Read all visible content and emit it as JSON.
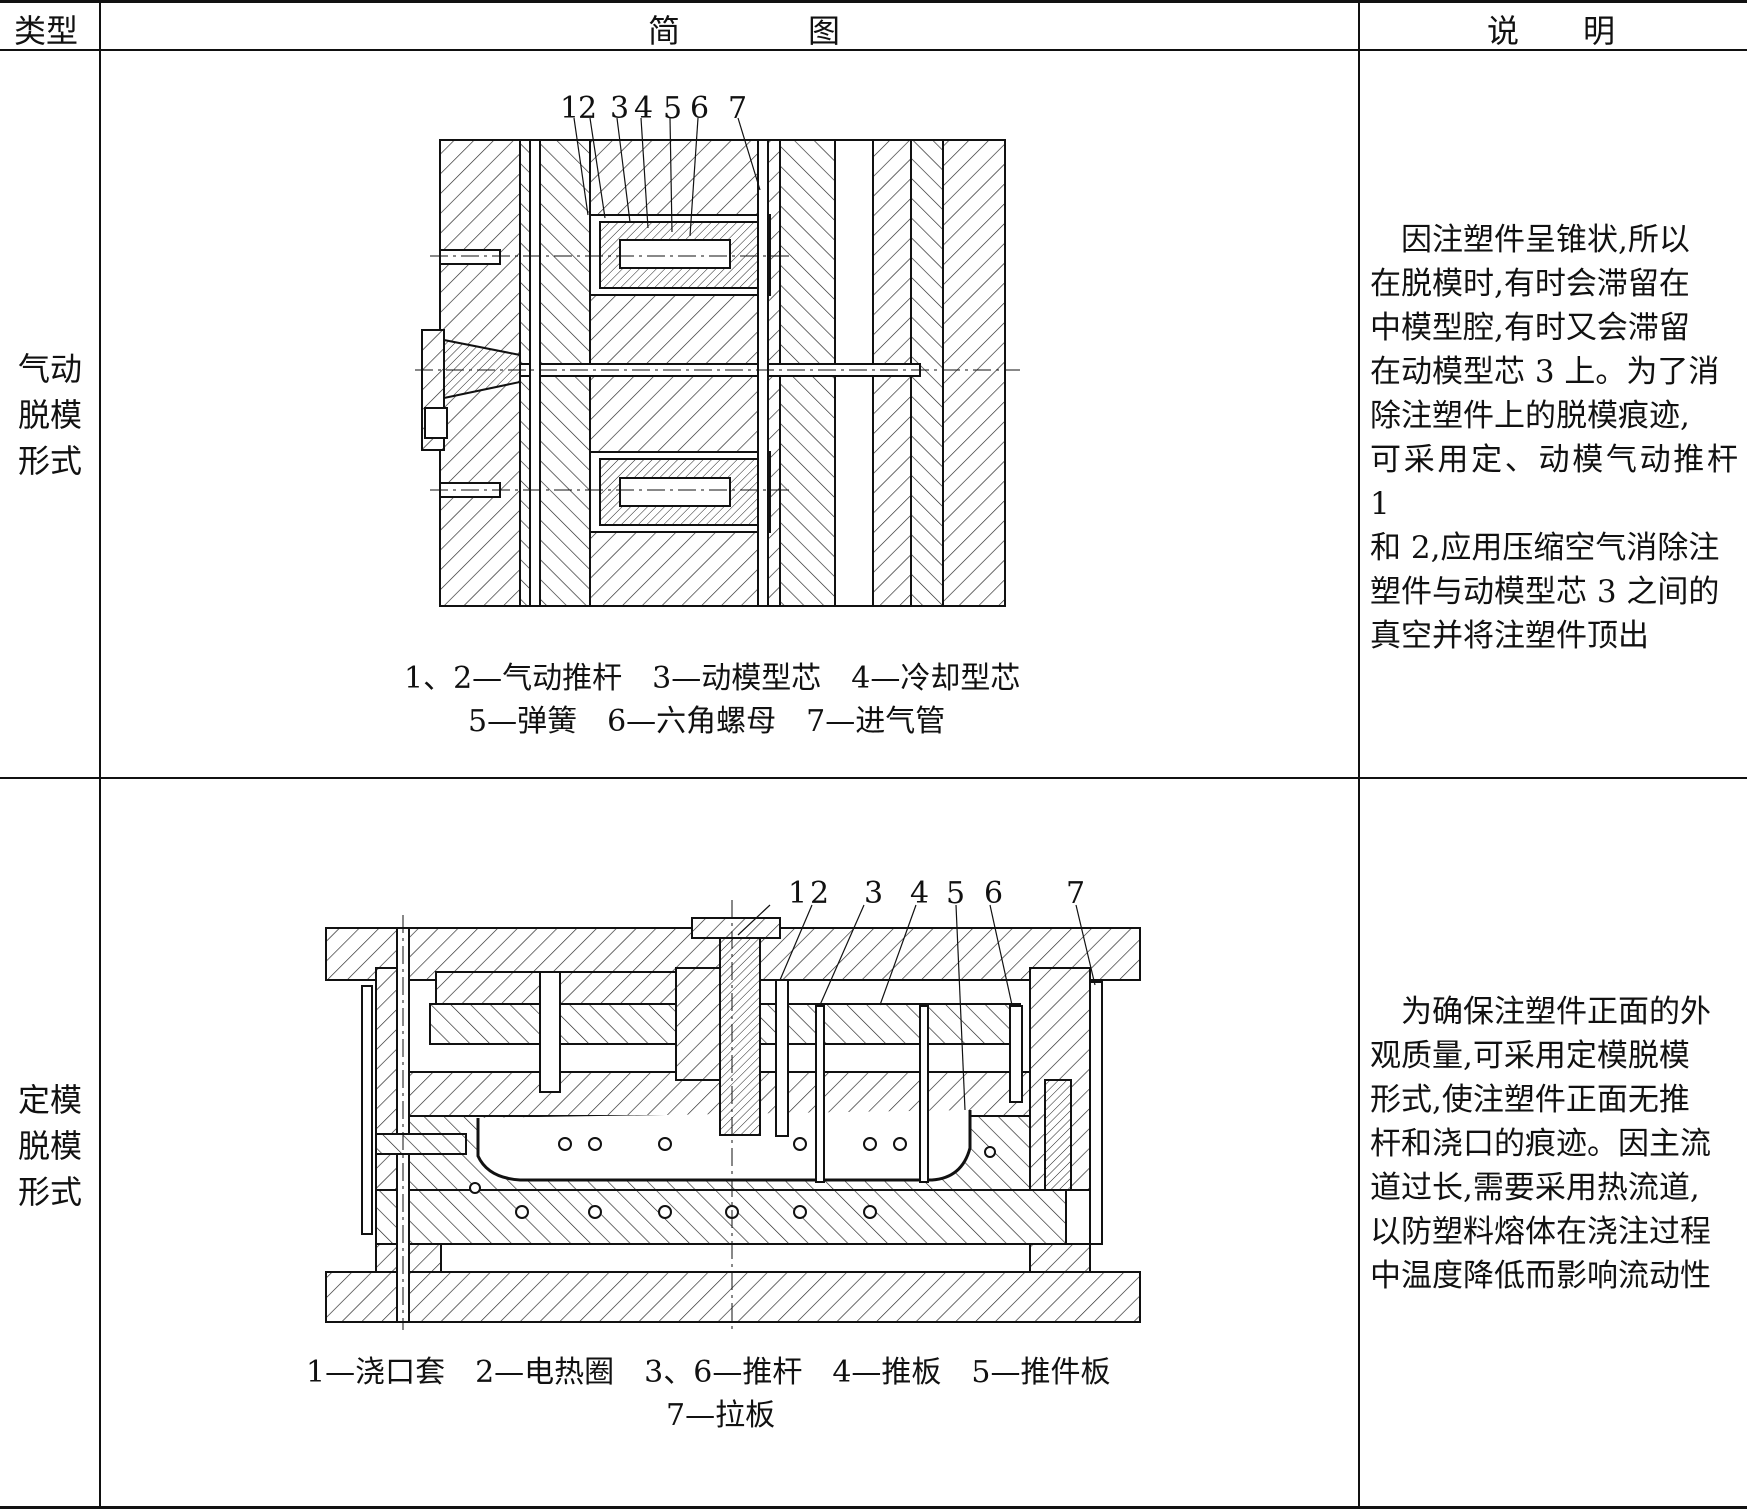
{
  "header": {
    "type": "类型",
    "figure": "简　　　　图",
    "note": "说　　明"
  },
  "rows": [
    {
      "type_lines": [
        "气动",
        "脱模",
        "形式"
      ],
      "callouts": [
        "1",
        "2",
        "3",
        "4",
        "5",
        "6",
        "7"
      ],
      "caption_lines": [
        "1、2—气动推杆　3—动模型芯　4—冷却型芯",
        "5—弹簧　6—六角螺母　7—进气管"
      ],
      "desc_lines": [
        "　因注塑件呈锥状,所以",
        "在脱模时,有时会滞留在",
        "中模型腔,有时又会滞留",
        "在动模型芯 3 上。为了消",
        "除注塑件上的脱模痕迹,",
        "可采用定、动模气动推杆 1",
        "和 2,应用压缩空气消除注",
        "塑件与动模型芯 3 之间的",
        "真空并将注塑件顶出"
      ]
    },
    {
      "type_lines": [
        "定模",
        "脱模",
        "形式"
      ],
      "callouts": [
        "1",
        "2",
        "3",
        "4",
        "5",
        "6",
        "7"
      ],
      "caption_lines": [
        "1—浇口套　2—电热圈　3、6—推杆　4—推板　5—推件板",
        "7—拉板"
      ],
      "desc_lines": [
        "　为确保注塑件正面的外",
        "观质量,可采用定模脱模",
        "形式,使注塑件正面无推",
        "杆和浇口的痕迹。因主流",
        "道过长,需要采用热流道,",
        "以防塑料熔体在浇注过程",
        "中温度降低而影响流动性"
      ]
    }
  ]
}
